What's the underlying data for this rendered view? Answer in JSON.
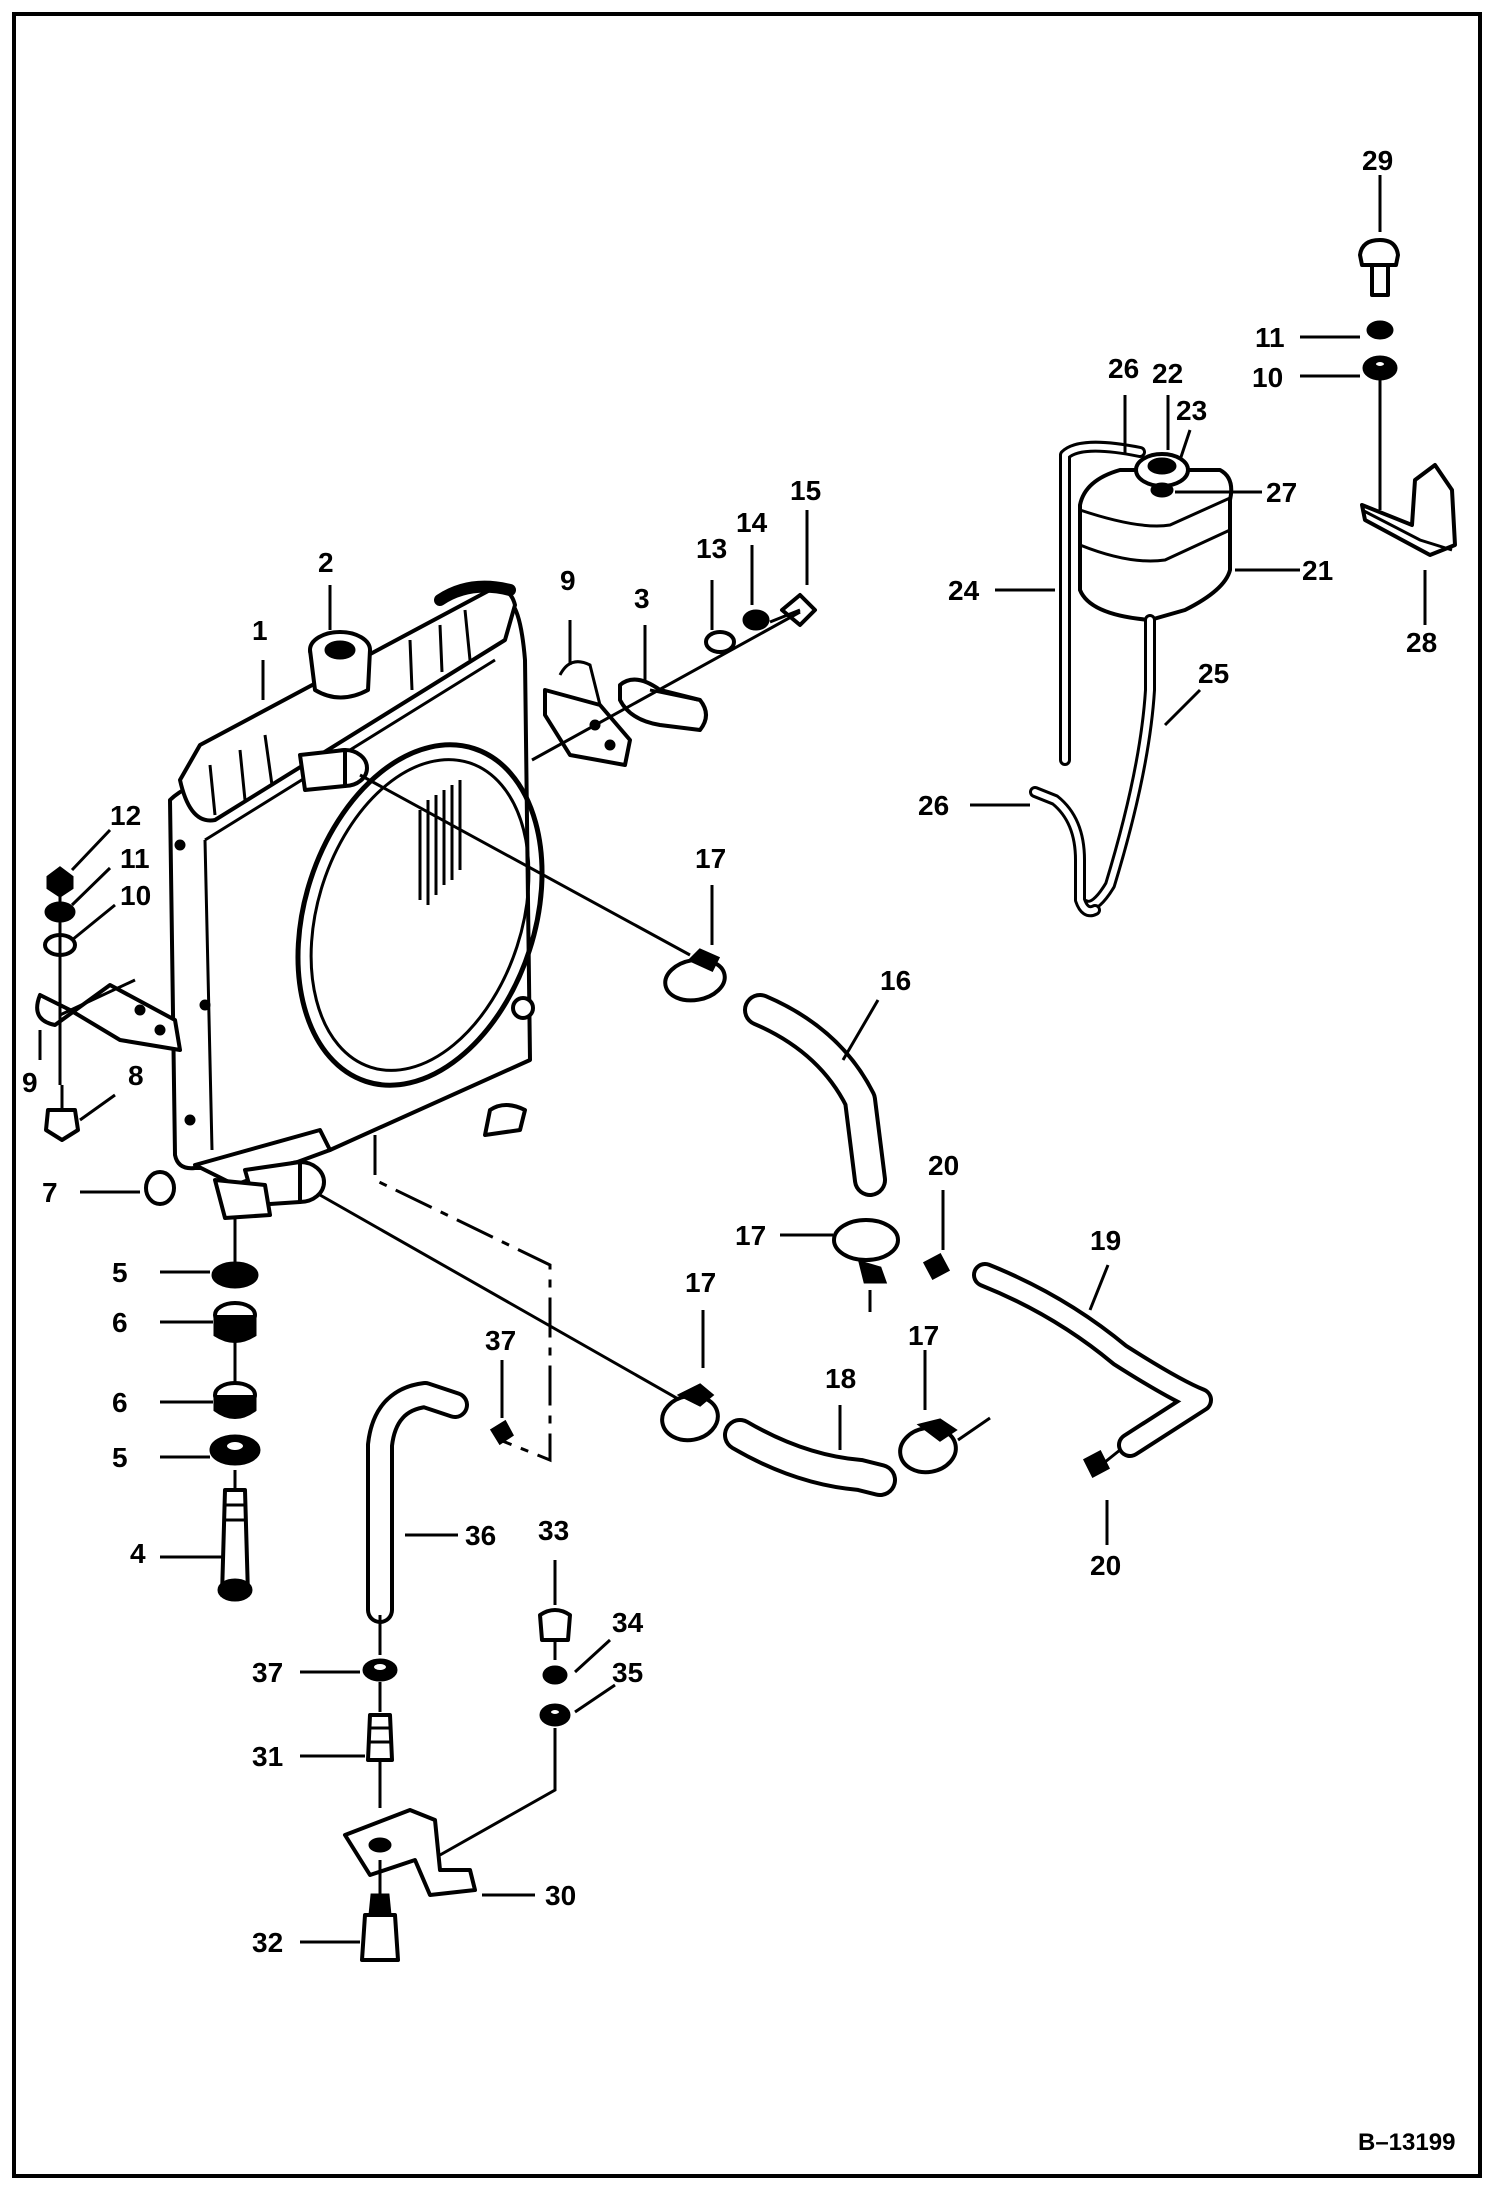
{
  "diagram": {
    "reference": "B–13199",
    "callouts": [
      {
        "id": "c1",
        "text": "1"
      },
      {
        "id": "c2",
        "text": "2"
      },
      {
        "id": "c3",
        "text": "3"
      },
      {
        "id": "c4",
        "text": "4"
      },
      {
        "id": "c5a",
        "text": "5"
      },
      {
        "id": "c5b",
        "text": "5"
      },
      {
        "id": "c6a",
        "text": "6"
      },
      {
        "id": "c6b",
        "text": "6"
      },
      {
        "id": "c7",
        "text": "7"
      },
      {
        "id": "c8",
        "text": "8"
      },
      {
        "id": "c9a",
        "text": "9"
      },
      {
        "id": "c9b",
        "text": "9"
      },
      {
        "id": "c10a",
        "text": "10"
      },
      {
        "id": "c10b",
        "text": "10"
      },
      {
        "id": "c11a",
        "text": "11"
      },
      {
        "id": "c11b",
        "text": "11"
      },
      {
        "id": "c12",
        "text": "12"
      },
      {
        "id": "c13",
        "text": "13"
      },
      {
        "id": "c14",
        "text": "14"
      },
      {
        "id": "c15",
        "text": "15"
      },
      {
        "id": "c16",
        "text": "16"
      },
      {
        "id": "c17a",
        "text": "17"
      },
      {
        "id": "c17b",
        "text": "17"
      },
      {
        "id": "c17c",
        "text": "17"
      },
      {
        "id": "c17d",
        "text": "17"
      },
      {
        "id": "c18",
        "text": "18"
      },
      {
        "id": "c19",
        "text": "19"
      },
      {
        "id": "c20a",
        "text": "20"
      },
      {
        "id": "c20b",
        "text": "20"
      },
      {
        "id": "c21",
        "text": "21"
      },
      {
        "id": "c22",
        "text": "22"
      },
      {
        "id": "c23",
        "text": "23"
      },
      {
        "id": "c24",
        "text": "24"
      },
      {
        "id": "c25",
        "text": "25"
      },
      {
        "id": "c26a",
        "text": "26"
      },
      {
        "id": "c26b",
        "text": "26"
      },
      {
        "id": "c27",
        "text": "27"
      },
      {
        "id": "c28",
        "text": "28"
      },
      {
        "id": "c29",
        "text": "29"
      },
      {
        "id": "c30",
        "text": "30"
      },
      {
        "id": "c31",
        "text": "31"
      },
      {
        "id": "c32",
        "text": "32"
      },
      {
        "id": "c33",
        "text": "33"
      },
      {
        "id": "c34",
        "text": "34"
      },
      {
        "id": "c35",
        "text": "35"
      },
      {
        "id": "c36",
        "text": "36"
      },
      {
        "id": "c37a",
        "text": "37"
      },
      {
        "id": "c37b",
        "text": "37"
      }
    ]
  }
}
